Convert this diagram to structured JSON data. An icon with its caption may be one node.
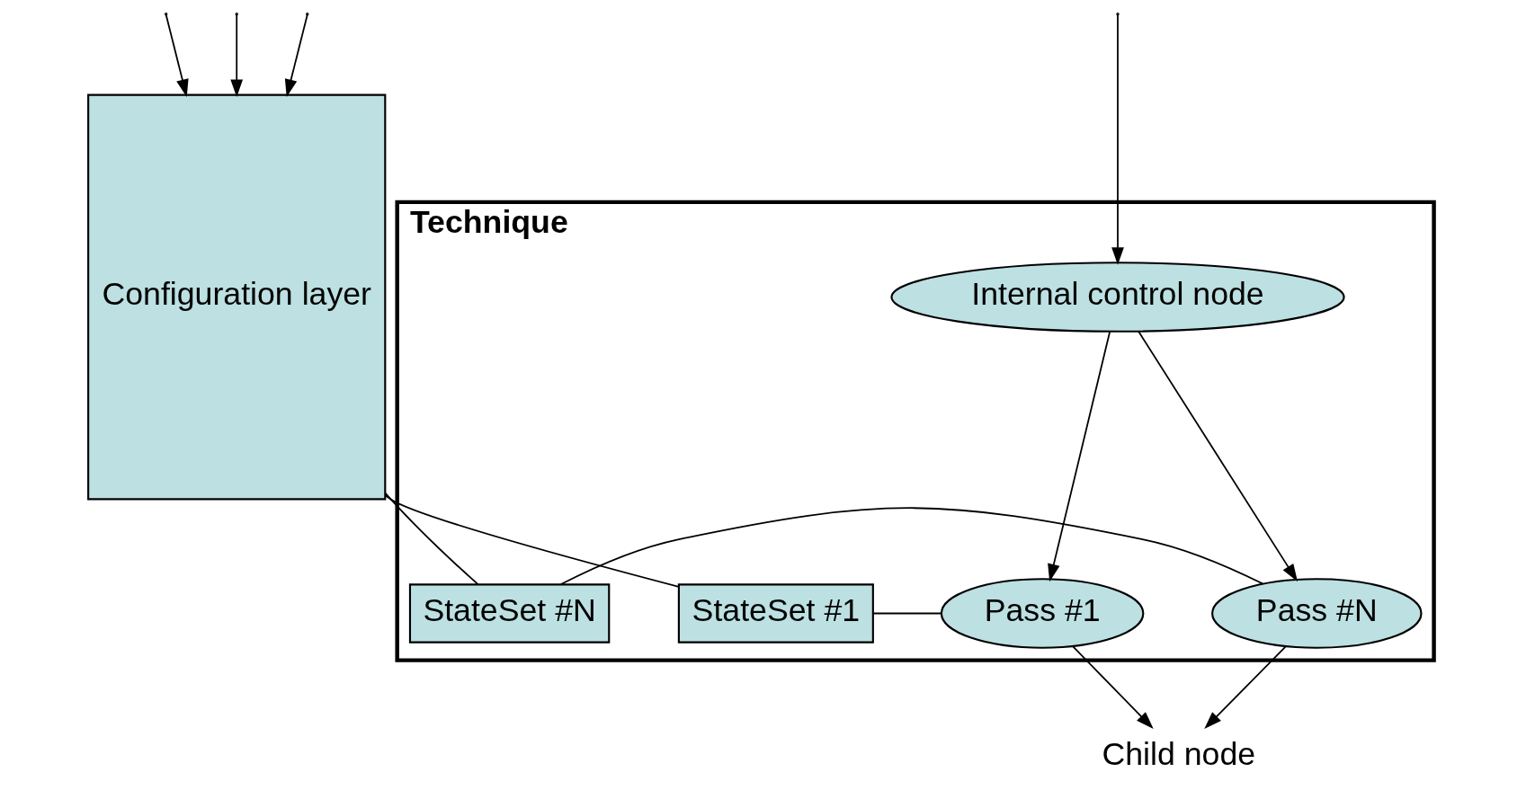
{
  "diagram": {
    "nodes": [
      {
        "text": [
          "Technique"
        ]
      },
      {
        "text": [
          "Internal control node"
        ],
        "in": 0
      },
      {
        "text": [
          "Pass #1"
        ],
        "in": 0
      },
      {
        "text": [
          "StateSet #1"
        ],
        "in": 0
      },
      {
        "text": [
          "Pass #N"
        ],
        "in": 0
      },
      {
        "text": [
          "StateSet #N"
        ],
        "in": 0
      },
      {
        "text": [
          "Configuration layer"
        ]
      },
      {
        "text": [
          "Child node"
        ]
      }
    ],
    "edges": [
      {
        "from": null,
        "to": 1,
        "arrow": "to"
      },
      {
        "from": 1,
        "to": 2,
        "arrow": "to"
      },
      {
        "from": 1,
        "to": 4,
        "arrow": "to"
      },
      {
        "from": 2,
        "to": 3,
        "arrow": "none"
      },
      {
        "from": 4,
        "to": 5,
        "arrow": "none"
      },
      {
        "from": 6,
        "to": 3,
        "arrow": "none"
      },
      {
        "from": 6,
        "to": 5,
        "arrow": "none"
      },
      {
        "from": null,
        "to": 6,
        "arrow": "to"
      },
      {
        "from": null,
        "to": 6,
        "arrow": "to"
      },
      {
        "from": null,
        "to": 6,
        "arrow": "to"
      },
      {
        "from": 2,
        "to": 7,
        "arrow": "to"
      },
      {
        "from": 4,
        "to": 7,
        "arrow": "to"
      }
    ]
  }
}
